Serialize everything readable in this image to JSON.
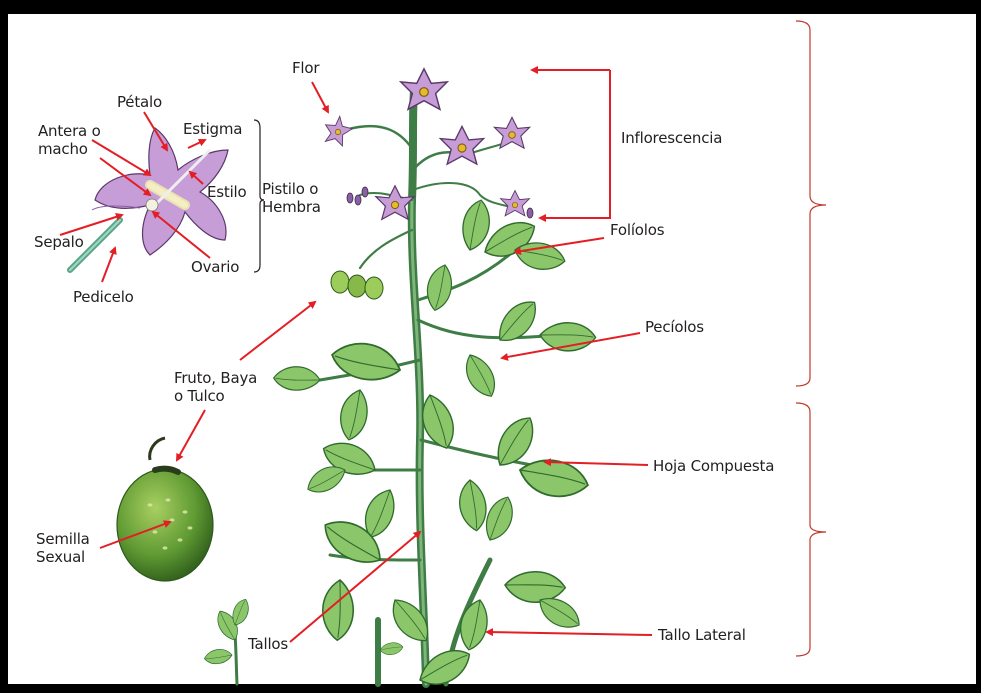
{
  "labels": {
    "flor": "Flor",
    "petalo": "Pétalo",
    "antera": "Antera o\nmacho",
    "estigma": "Estigma",
    "estilo": "Estilo",
    "pistilo": "Pistilo o\nHembra",
    "sepalo": "Sepalo",
    "ovario": "Ovario",
    "pedicelo": "Pedicelo",
    "inflorescencia": "Inflorescencia",
    "foliolos": "Folíolos",
    "peciolos": "Pecíolos",
    "fruto": "Fruto, Baya\no Tulco",
    "semilla": "Semilla\nSexual",
    "hoja_compuesta": "Hoja Compuesta",
    "tallo_lateral": "Tallo Lateral",
    "tallos": "Tallos"
  },
  "colors": {
    "arrow": "#e31e24",
    "petal": "#c79dd8",
    "leaf": "#8cc66a",
    "stem": "#3f7d46",
    "fruit": "#5f9a33",
    "bracket": "#c0392b"
  }
}
